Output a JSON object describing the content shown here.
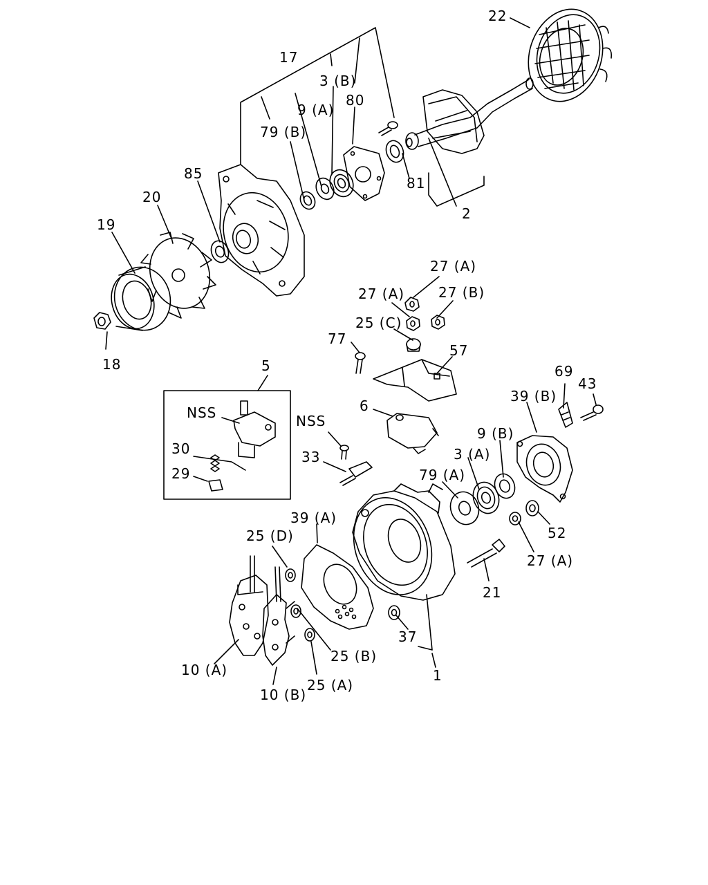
{
  "diagram": {
    "colors": {
      "ink": "#000000",
      "paper": "#ffffff"
    },
    "labels": {
      "l22": "22",
      "l17": "17",
      "l3b": "3 (B)",
      "l80": "80",
      "l9a": "9 (A)",
      "l79b": "79 (B)",
      "l85": "85",
      "l20": "20",
      "l19": "19",
      "l18": "18",
      "l81": "81",
      "l2": "2",
      "l27a_top": "27 (A)",
      "l27a_mid": "27 (A)",
      "l27b": "27 (B)",
      "l25c": "25 (C)",
      "l77": "77",
      "l57": "57",
      "l5": "5",
      "nss_box": "NSS",
      "l30": "30",
      "l29": "29",
      "nss_33": "NSS",
      "l33": "33",
      "l6": "6",
      "l69": "69",
      "l43": "43",
      "l39b": "39 (B)",
      "l9b": "9 (B)",
      "l3a": "3 (A)",
      "l79a": "79 (A)",
      "l52": "52",
      "l27a_bot": "27 (A)",
      "l39a": "39 (A)",
      "l25d": "25 (D)",
      "l21": "21",
      "l37": "37",
      "l25b": "25 (B)",
      "l10a": "10 (A)",
      "l25a": "25 (A)",
      "l1": "1",
      "l10b": "10 (B)"
    }
  }
}
